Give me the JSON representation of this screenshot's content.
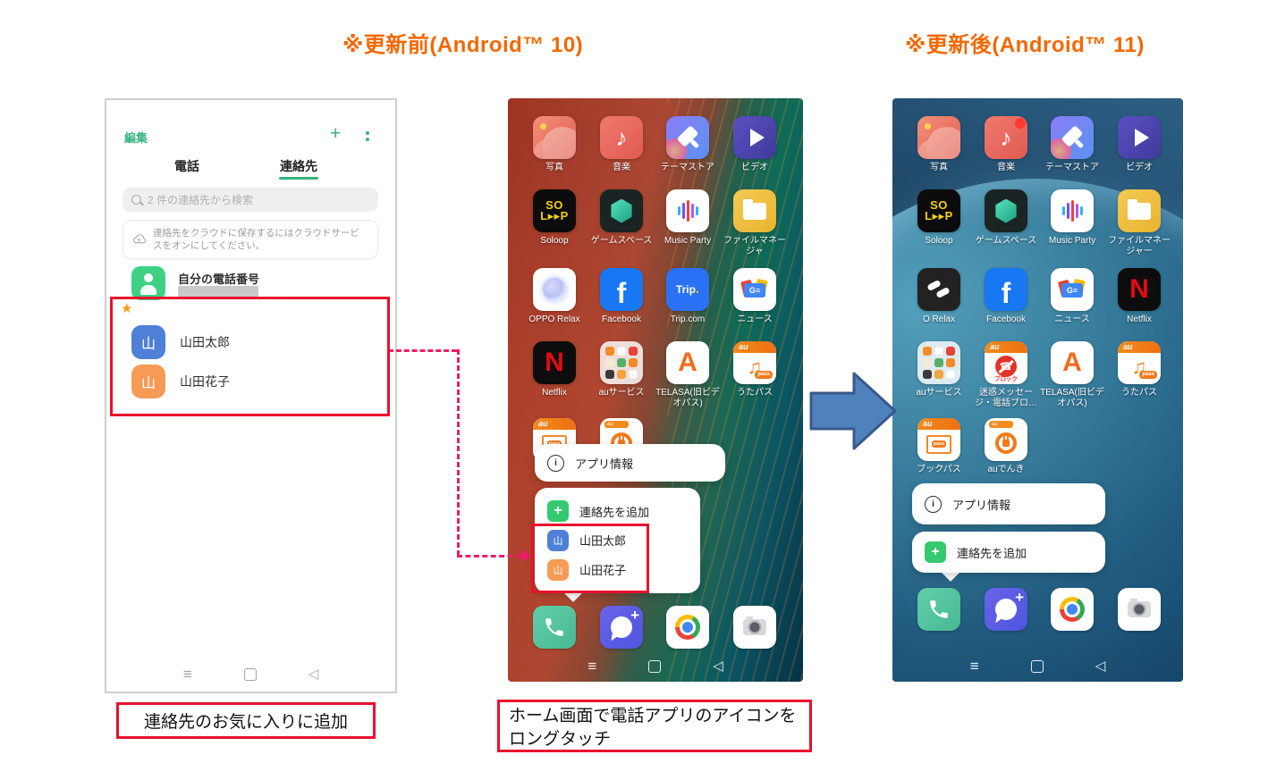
{
  "headers": {
    "before": "※更新前(Android™ 10)",
    "after": "※更新後(Android™ 11)"
  },
  "captions": {
    "left": "連絡先のお気に入りに追加",
    "middle_line1": "ホーム画面で電話アプリのアイコンを",
    "middle_line2": "ロングタッチ"
  },
  "colors": {
    "header_orange": "#F26800",
    "accent_green": "#36B37E",
    "highlight_red": "#E8112D",
    "arrow_pink": "#EA1E63",
    "arrow_blue": "#4F81BD",
    "arrow_blue_border": "#38598A",
    "avatar_blue": "#4E80D8",
    "avatar_orange": "#F59B56",
    "star_orange": "#F59A23"
  },
  "contacts_app": {
    "edit_label": "編集",
    "tab_phone": "電話",
    "tab_contacts": "連絡先",
    "search_placeholder": "2 件の連絡先から検索",
    "cloud_notice": "連絡先をクラウドに保存するにはクラウドサービスをオンにしてください。",
    "my_number_label": "自分の電話番号",
    "favorites_star": "★",
    "favorites": [
      {
        "initial": "山",
        "name": "山田太郎"
      },
      {
        "initial": "山",
        "name": "山田花子"
      }
    ]
  },
  "home_before": {
    "apps": [
      {
        "label": "写真"
      },
      {
        "label": "音楽"
      },
      {
        "label": "テーマストア"
      },
      {
        "label": "ビデオ"
      },
      {
        "label": "Soloop"
      },
      {
        "label": "ゲームスペース"
      },
      {
        "label": "Music Party"
      },
      {
        "label": "ファイルマネージャ"
      },
      {
        "label": "OPPO Relax"
      },
      {
        "label": "Facebook"
      },
      {
        "label": "Trip.com"
      },
      {
        "label": "ニュース"
      },
      {
        "label": "Netflix"
      },
      {
        "label": "auサービス"
      },
      {
        "label": "TELASA(旧ビデオパス)"
      },
      {
        "label": "うたパス"
      }
    ],
    "menu": {
      "app_info": "アプリ情報",
      "add_contact": "連絡先を追加",
      "shortcuts": [
        {
          "initial": "山",
          "name": "山田太郎"
        },
        {
          "initial": "山",
          "name": "山田花子"
        }
      ]
    }
  },
  "home_after": {
    "apps": [
      {
        "label": "写真"
      },
      {
        "label": "音楽"
      },
      {
        "label": "テーマストア"
      },
      {
        "label": "ビデオ"
      },
      {
        "label": "Soloop"
      },
      {
        "label": "ゲームスペース"
      },
      {
        "label": "Music Party"
      },
      {
        "label": "ファイルマネージャー"
      },
      {
        "label": "O Relax"
      },
      {
        "label": "Facebook"
      },
      {
        "label": "ニュース"
      },
      {
        "label": "Netflix"
      },
      {
        "label": "auサービス"
      },
      {
        "label": "迷惑メッセージ・電話ブロ…"
      },
      {
        "label": "TELASA(旧ビデオパス)"
      },
      {
        "label": "うたパス"
      },
      {
        "label": "ブックパス"
      },
      {
        "label": "auでんき"
      }
    ],
    "menu": {
      "app_info": "アプリ情報",
      "add_contact": "連絡先を追加"
    }
  },
  "icon_text": {
    "soloop_top": "SO",
    "soloop_bottom": "L▸▸P",
    "music_note": "♪",
    "uta_note": "♫",
    "facebook": "f",
    "trip": "Trip",
    "trip_dot": ".",
    "news": "G≡",
    "netflix": "N",
    "telasa": "A",
    "au": "au",
    "pass": "pass",
    "block": "ブロック",
    "phone_glyph": "☎",
    "plus": "+",
    "info": "i"
  }
}
